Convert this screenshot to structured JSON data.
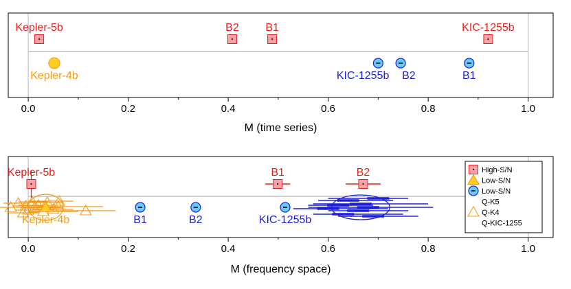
{
  "colors": {
    "high": "#e8201e",
    "high_fill": "#f5a3a8",
    "low4": "#f39b16",
    "low4_fill": "#ffcc22",
    "low5": "#1d1fd8",
    "low5_fill": "#66ccff",
    "ref_line": "#c0c0c0",
    "kepler4b_line": "#f39b16"
  },
  "chart_data": [
    {
      "type": "scatter",
      "xlabel": "M (time series)",
      "xlim": [
        -0.04,
        1.05
      ],
      "xticks": [
        "0.0",
        "0.2",
        "0.4",
        "0.6",
        "0.8",
        "1.0"
      ],
      "reference_lines_x": [
        0.0,
        1.0
      ],
      "points": [
        {
          "group": "high",
          "row": "upper",
          "x": 0.022,
          "label": "Kepler-5b",
          "label_pos": "above"
        },
        {
          "group": "high",
          "row": "upper",
          "x": 0.408,
          "label": "B2",
          "label_pos": "above"
        },
        {
          "group": "high",
          "row": "upper",
          "x": 0.488,
          "label": "B1",
          "label_pos": "above"
        },
        {
          "group": "high",
          "row": "upper",
          "x": 0.92,
          "label": "KIC-1255b",
          "label_pos": "above"
        },
        {
          "group": "low4",
          "row": "lower",
          "x": 0.052,
          "xerr": 0.012,
          "label": "Kepler-4b",
          "label_pos": "below"
        },
        {
          "group": "low5",
          "row": "lower",
          "x": 0.7,
          "label": "KIC-1255b",
          "label_pos": "below-left"
        },
        {
          "group": "low5",
          "row": "lower",
          "x": 0.745,
          "label": "B2",
          "label_pos": "below-right"
        },
        {
          "group": "low5",
          "row": "lower",
          "x": 0.882,
          "label": "B1",
          "label_pos": "below"
        }
      ]
    },
    {
      "type": "scatter",
      "xlabel": "M (frequency space)",
      "xlim": [
        -0.04,
        1.05
      ],
      "xticks": [
        "0.0",
        "0.2",
        "0.4",
        "0.6",
        "0.8",
        "1.0"
      ],
      "reference_lines_x": [
        0.0,
        1.0
      ],
      "legend": {
        "placement": "right",
        "entries": [
          "High-S/N",
          "Low-S/N",
          "Low-S/N",
          "Q-K5",
          "Q-K4",
          "Q-KIC-1255"
        ]
      },
      "points": [
        {
          "group": "high",
          "row": "upper",
          "x": 0.006,
          "yerr_small": true,
          "label": "Kepler-5b",
          "label_pos": "above"
        },
        {
          "group": "high",
          "row": "upper",
          "x": 0.499,
          "xerr": 0.025,
          "label": "B1",
          "label_pos": "above"
        },
        {
          "group": "high",
          "row": "upper",
          "x": 0.67,
          "xerr": 0.035,
          "label": "B2",
          "label_pos": "above"
        },
        {
          "group": "low4",
          "row": "lower",
          "x": 0.035,
          "xerr": 0.03,
          "label": "Kepler-4b",
          "label_pos": "below"
        },
        {
          "group": "low5",
          "row": "lower",
          "x": 0.224,
          "label": "B1",
          "label_pos": "below"
        },
        {
          "group": "low5",
          "row": "lower",
          "x": 0.335,
          "label": "B2",
          "label_pos": "below"
        },
        {
          "group": "low5",
          "row": "lower",
          "x": 0.514,
          "label": "KIC-1255b",
          "label_pos": "below"
        }
      ],
      "q_k4_quarters": [
        {
          "x": -0.035,
          "lo": -0.06,
          "hi": 0.01,
          "dy": 0
        },
        {
          "x": -0.02,
          "lo": -0.05,
          "hi": 0.0,
          "dy": -6
        },
        {
          "x": -0.01,
          "lo": -0.04,
          "hi": 0.02,
          "dy": 8
        },
        {
          "x": -0.005,
          "lo": -0.03,
          "hi": 0.03,
          "dy": -2
        },
        {
          "x": 0.0,
          "lo": -0.025,
          "hi": 0.05,
          "dy": 4
        },
        {
          "x": 0.008,
          "lo": -0.02,
          "hi": 0.04,
          "dy": -8
        },
        {
          "x": 0.012,
          "lo": -0.01,
          "hi": 0.07,
          "dy": 1
        },
        {
          "x": 0.02,
          "lo": -0.02,
          "hi": 0.06,
          "dy": -3
        },
        {
          "x": 0.03,
          "lo": 0.0,
          "hi": 0.1,
          "dy": 6
        },
        {
          "x": 0.038,
          "lo": 0.0,
          "hi": 0.07,
          "dy": -7
        },
        {
          "x": 0.05,
          "lo": 0.01,
          "hi": 0.09,
          "dy": 3
        },
        {
          "x": 0.06,
          "lo": 0.02,
          "hi": 0.15,
          "dy": -1
        },
        {
          "x": 0.062,
          "lo": 0.0,
          "hi": 0.09,
          "dy": -9
        },
        {
          "x": 0.115,
          "lo": 0.06,
          "hi": 0.175,
          "dy": 5
        }
      ],
      "q_k4_ellipse": {
        "cx": 0.035,
        "rx": 0.035
      },
      "q_kic1255_quarters": [
        {
          "x": 0.6,
          "lo": 0.53,
          "hi": 0.72,
          "dy": 2
        },
        {
          "x": 0.62,
          "lo": 0.56,
          "hi": 0.69,
          "dy": -3
        },
        {
          "x": 0.63,
          "lo": 0.57,
          "hi": 0.75,
          "dy": 10
        },
        {
          "x": 0.64,
          "lo": 0.58,
          "hi": 0.73,
          "dy": -10
        },
        {
          "x": 0.66,
          "lo": 0.6,
          "hi": 0.76,
          "dy": 5
        },
        {
          "x": 0.665,
          "lo": 0.57,
          "hi": 0.8,
          "dy": -5
        },
        {
          "x": 0.68,
          "lo": 0.56,
          "hi": 0.81,
          "dy": 0
        },
        {
          "x": 0.69,
          "lo": 0.62,
          "hi": 0.78,
          "dy": 13
        },
        {
          "x": 0.7,
          "lo": 0.6,
          "hi": 0.76,
          "dy": -13
        }
      ],
      "q_kic1255_ellipse": {
        "cx": 0.665,
        "rx": 0.058
      }
    }
  ]
}
